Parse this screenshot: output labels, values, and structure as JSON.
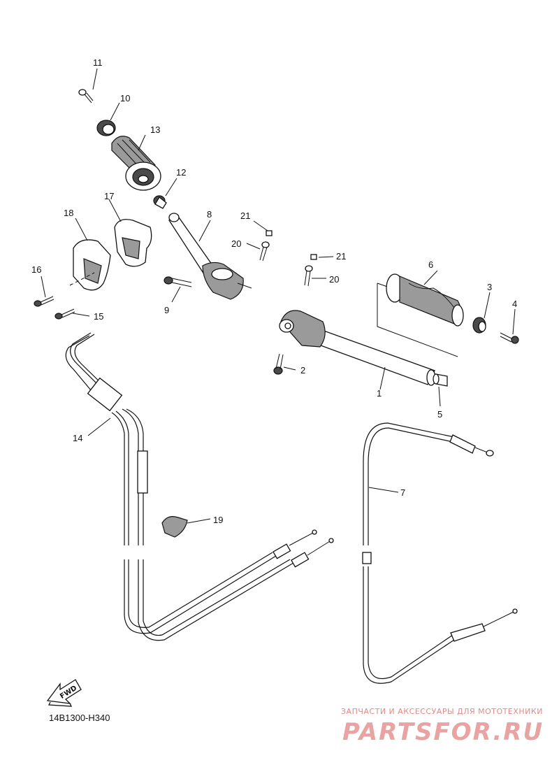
{
  "parts": [
    {
      "id": "label-1",
      "text": "1"
    },
    {
      "id": "label-2",
      "text": "2"
    },
    {
      "id": "label-3",
      "text": "3"
    },
    {
      "id": "label-4",
      "text": "4"
    },
    {
      "id": "label-5",
      "text": "5"
    },
    {
      "id": "label-6",
      "text": "6"
    },
    {
      "id": "label-7",
      "text": "7"
    },
    {
      "id": "label-8",
      "text": "8"
    },
    {
      "id": "label-9",
      "text": "9"
    },
    {
      "id": "label-10",
      "text": "10"
    },
    {
      "id": "label-11",
      "text": "11"
    },
    {
      "id": "label-12",
      "text": "12"
    },
    {
      "id": "label-13",
      "text": "13"
    },
    {
      "id": "label-14",
      "text": "14"
    },
    {
      "id": "label-15",
      "text": "15"
    },
    {
      "id": "label-16",
      "text": "16"
    },
    {
      "id": "label-17",
      "text": "17"
    },
    {
      "id": "label-18",
      "text": "18"
    },
    {
      "id": "label-19",
      "text": "19"
    },
    {
      "id": "label-20a",
      "text": "20"
    },
    {
      "id": "label-20b",
      "text": "20"
    },
    {
      "id": "label-21a",
      "text": "21"
    },
    {
      "id": "label-21b",
      "text": "21"
    }
  ],
  "diagram_code": "14B1300-H340",
  "fwd_label": "FWD",
  "watermark": {
    "tagline": "ЗАПЧАСТИ И АКСЕССУАРЫ ДЛЯ МОТОТЕХНИКИ",
    "brand": "PARTSFOR.RU"
  },
  "colors": {
    "line": "#111111",
    "shade": "#9a9a9a",
    "watermark": "#e08a8a"
  }
}
